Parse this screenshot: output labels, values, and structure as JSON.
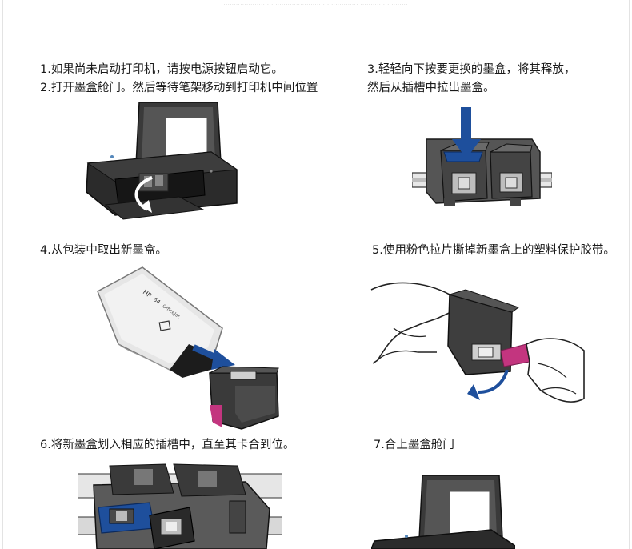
{
  "header": {
    "caption": "................................................................. ......................."
  },
  "steps": {
    "s1": "1.如果尚未启动打印机，请按电源按钮启动它。",
    "s2": "2.打开墨盒舱门。然后等待笔架移动到打印机中间位置",
    "s3a": "3.轻轻向下按要更换的墨盒，将其释放，",
    "s3b": "然后从插槽中拉出墨盒。",
    "s4": "4.从包装中取出新墨盒。",
    "s5": "5.使用粉色拉片撕掉新墨盒上的塑料保护胶带。",
    "s6": "6.将新墨盒划入相应的插槽中，直至其卡合到位。",
    "s7": "7.合上墨盒舱门"
  },
  "package": {
    "brand": "HP",
    "model": "64",
    "type": "OfficeJet"
  },
  "colors": {
    "printer_dark": "#2a2a2a",
    "arrow_blue": "#1e4f9c",
    "cartridge_magenta": "#c3357f",
    "cartridge_body": "#3a3a3a"
  },
  "icons": [
    "printer-illustration",
    "carriage-illustration",
    "package-illustration",
    "hands-illustration",
    "cartridge-install-illustration",
    "printer-closed-illustration"
  ]
}
